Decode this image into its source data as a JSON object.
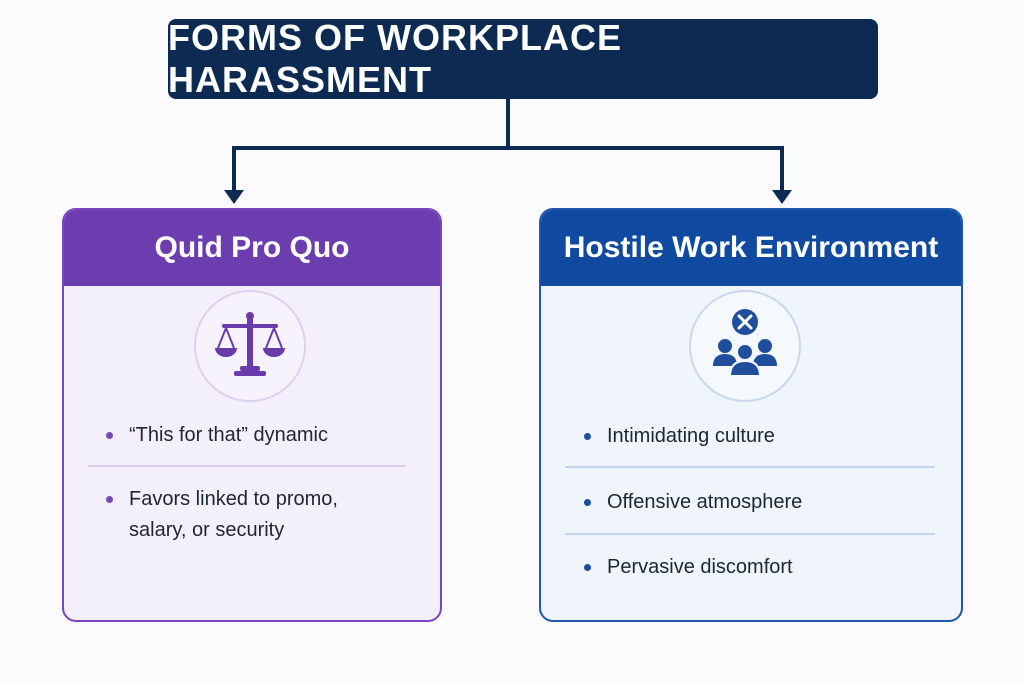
{
  "title": "FORMS OF WORKPLACE HARASSMENT",
  "colors": {
    "title_bg": "#0d2a52",
    "connector": "#0d2a52",
    "quid_pro_quo_accent": "#6b3daf",
    "hostile_accent": "#0f4aa0"
  },
  "cards": [
    {
      "title": "Quid Pro Quo",
      "icon": "scales-of-justice-icon",
      "items": [
        "“This for that” dynamic",
        "Favors linked to promo,",
        "salary, or security"
      ]
    },
    {
      "title": "Hostile Work Environment",
      "icon": "group-with-x-icon",
      "items": [
        "Intimidating culture",
        "Offensive atmosphere",
        "Pervasive discomfort"
      ]
    }
  ]
}
